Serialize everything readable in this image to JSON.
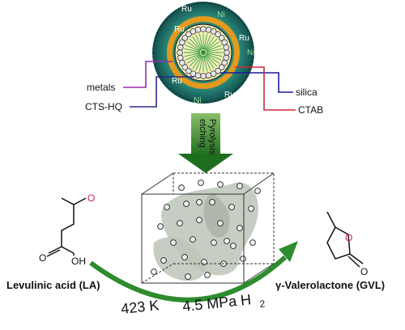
{
  "particle": {
    "ru_label": "Ru",
    "ni_label": "Ni",
    "metals_label": "metals",
    "cts_label": "CTS-HQ",
    "silica_label": "silica",
    "ctab_label": "CTAB"
  },
  "process_arrow": {
    "line1": "etching",
    "line2": "Pyrolysis"
  },
  "reaction": {
    "reactant_name": "Levulinic acid (LA)",
    "product_name": "γ-Valerolactone (GVL)",
    "condition_temp": "423 K",
    "condition_pressure": "4.5 MPa H",
    "condition_sub": "2",
    "oh_label": "OH",
    "o_ketone": "O",
    "o_acid": "O",
    "o_ring": "O",
    "o_carbonyl": "O"
  },
  "colors": {
    "arrow_green": "#2e8b2e",
    "ring_orange": "#e8a020",
    "shell_teal": "#1f6f6a",
    "core_yellow": "#f4f0b8",
    "metals_line": "#9b2bb3",
    "cts_line": "#2a2a8a",
    "silica_line": "#1a1a9c",
    "ctab_line": "#d0283a",
    "oxygen_red": "#d1204a"
  }
}
